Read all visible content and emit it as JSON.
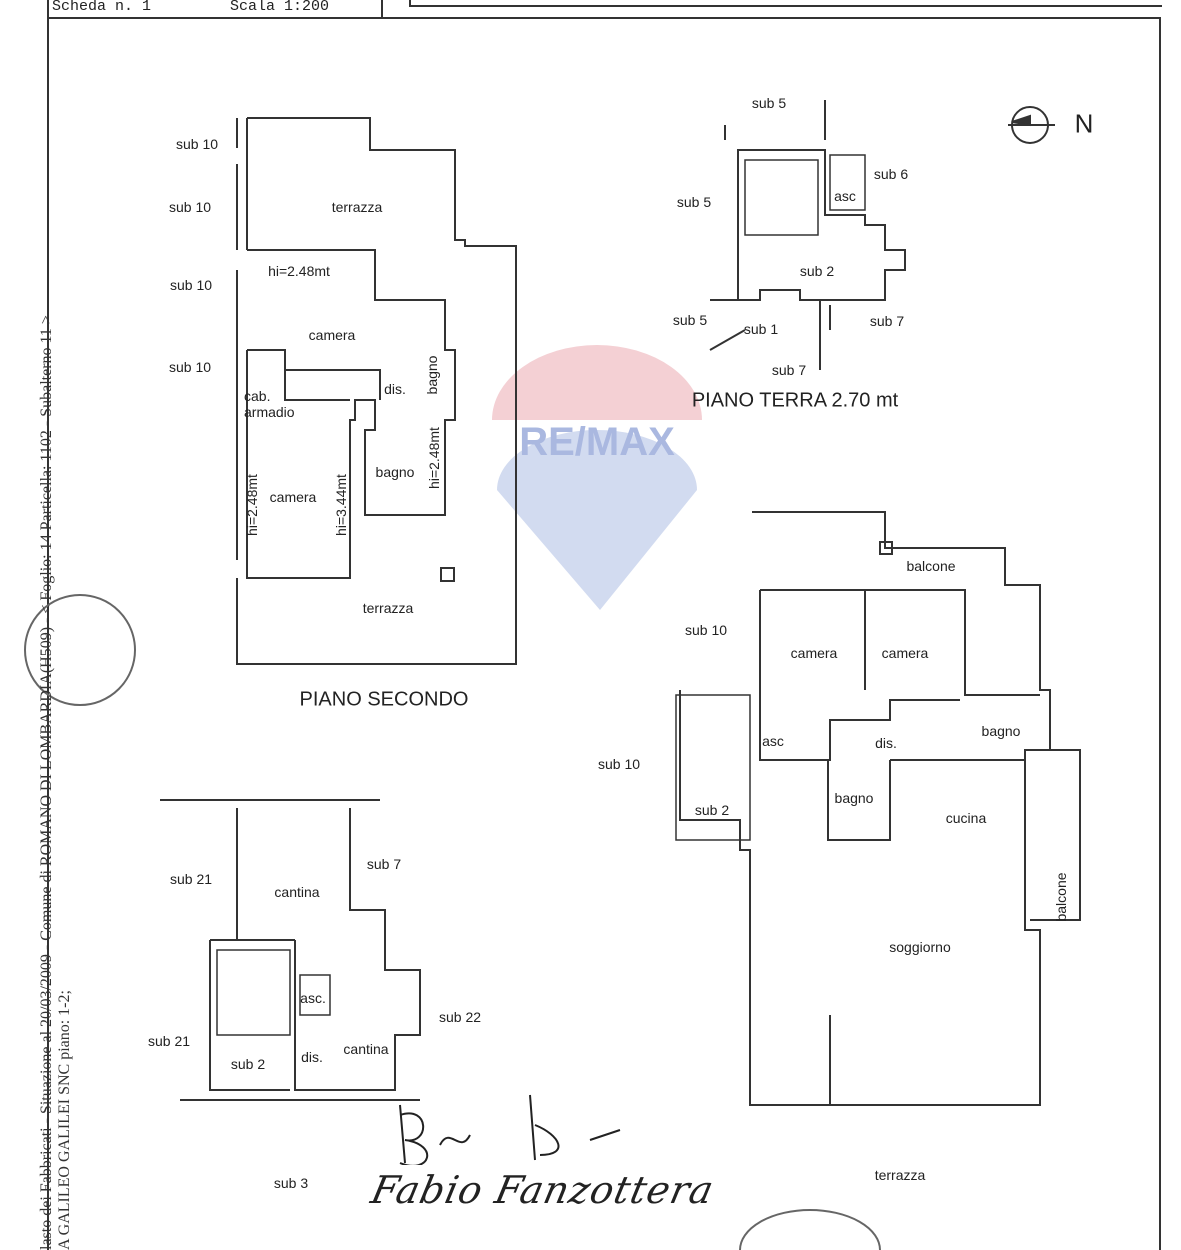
{
  "header": {
    "scheda": "Scheda n. 1",
    "scala": "Scala 1:200"
  },
  "side_text": {
    "line1": "lasto dei Fabbricati - Situazione al 20/03/2009 - Comune di ROMANO DI LOMBARDIA(H509) - < Foglio: 14 Particella: 1102 - Subalterno 11 >",
    "line2": "A GALILEO GALILEI SNC piano: 1-2;"
  },
  "north": {
    "label": "N",
    "icon": "north-arrow-icon"
  },
  "watermark": {
    "text": "RE/MAX",
    "colors": {
      "red": "#e8a0a8",
      "blue": "#a8b8e0"
    }
  },
  "piano_secondo": {
    "title": "PIANO SECONDO",
    "labels": [
      "sub 10",
      "sub 10",
      "sub 10",
      "sub 10",
      "terrazza",
      "hi=2.48mt",
      "camera",
      "dis.",
      "bagno",
      "cab. armadio",
      "bagno",
      "hi=2.48mt",
      "camera",
      "hi=2.48mt",
      "hi=3.44mt",
      "terrazza"
    ]
  },
  "piano_terra": {
    "title": "PIANO TERRA  2.70 mt",
    "labels": [
      "sub 5",
      "sub 5",
      "sub 6",
      "asc",
      "sub 2",
      "sub 5",
      "sub 1",
      "sub 7",
      "sub 7"
    ]
  },
  "piano_primo": {
    "labels": [
      "balcone",
      "sub 10",
      "camera",
      "camera",
      "asc",
      "dis.",
      "bagno",
      "sub 10",
      "bagno",
      "sub 2",
      "cucina",
      "balcone",
      "soggiorno",
      "terrazza"
    ]
  },
  "cantina": {
    "labels": [
      "sub 7",
      "sub 21",
      "cantina",
      "asc.",
      "sub 22",
      "sub 21",
      "cantina",
      "dis.",
      "sub 2",
      "sub 3"
    ]
  },
  "signatures": {
    "text": "Fabio Fanzottera"
  }
}
